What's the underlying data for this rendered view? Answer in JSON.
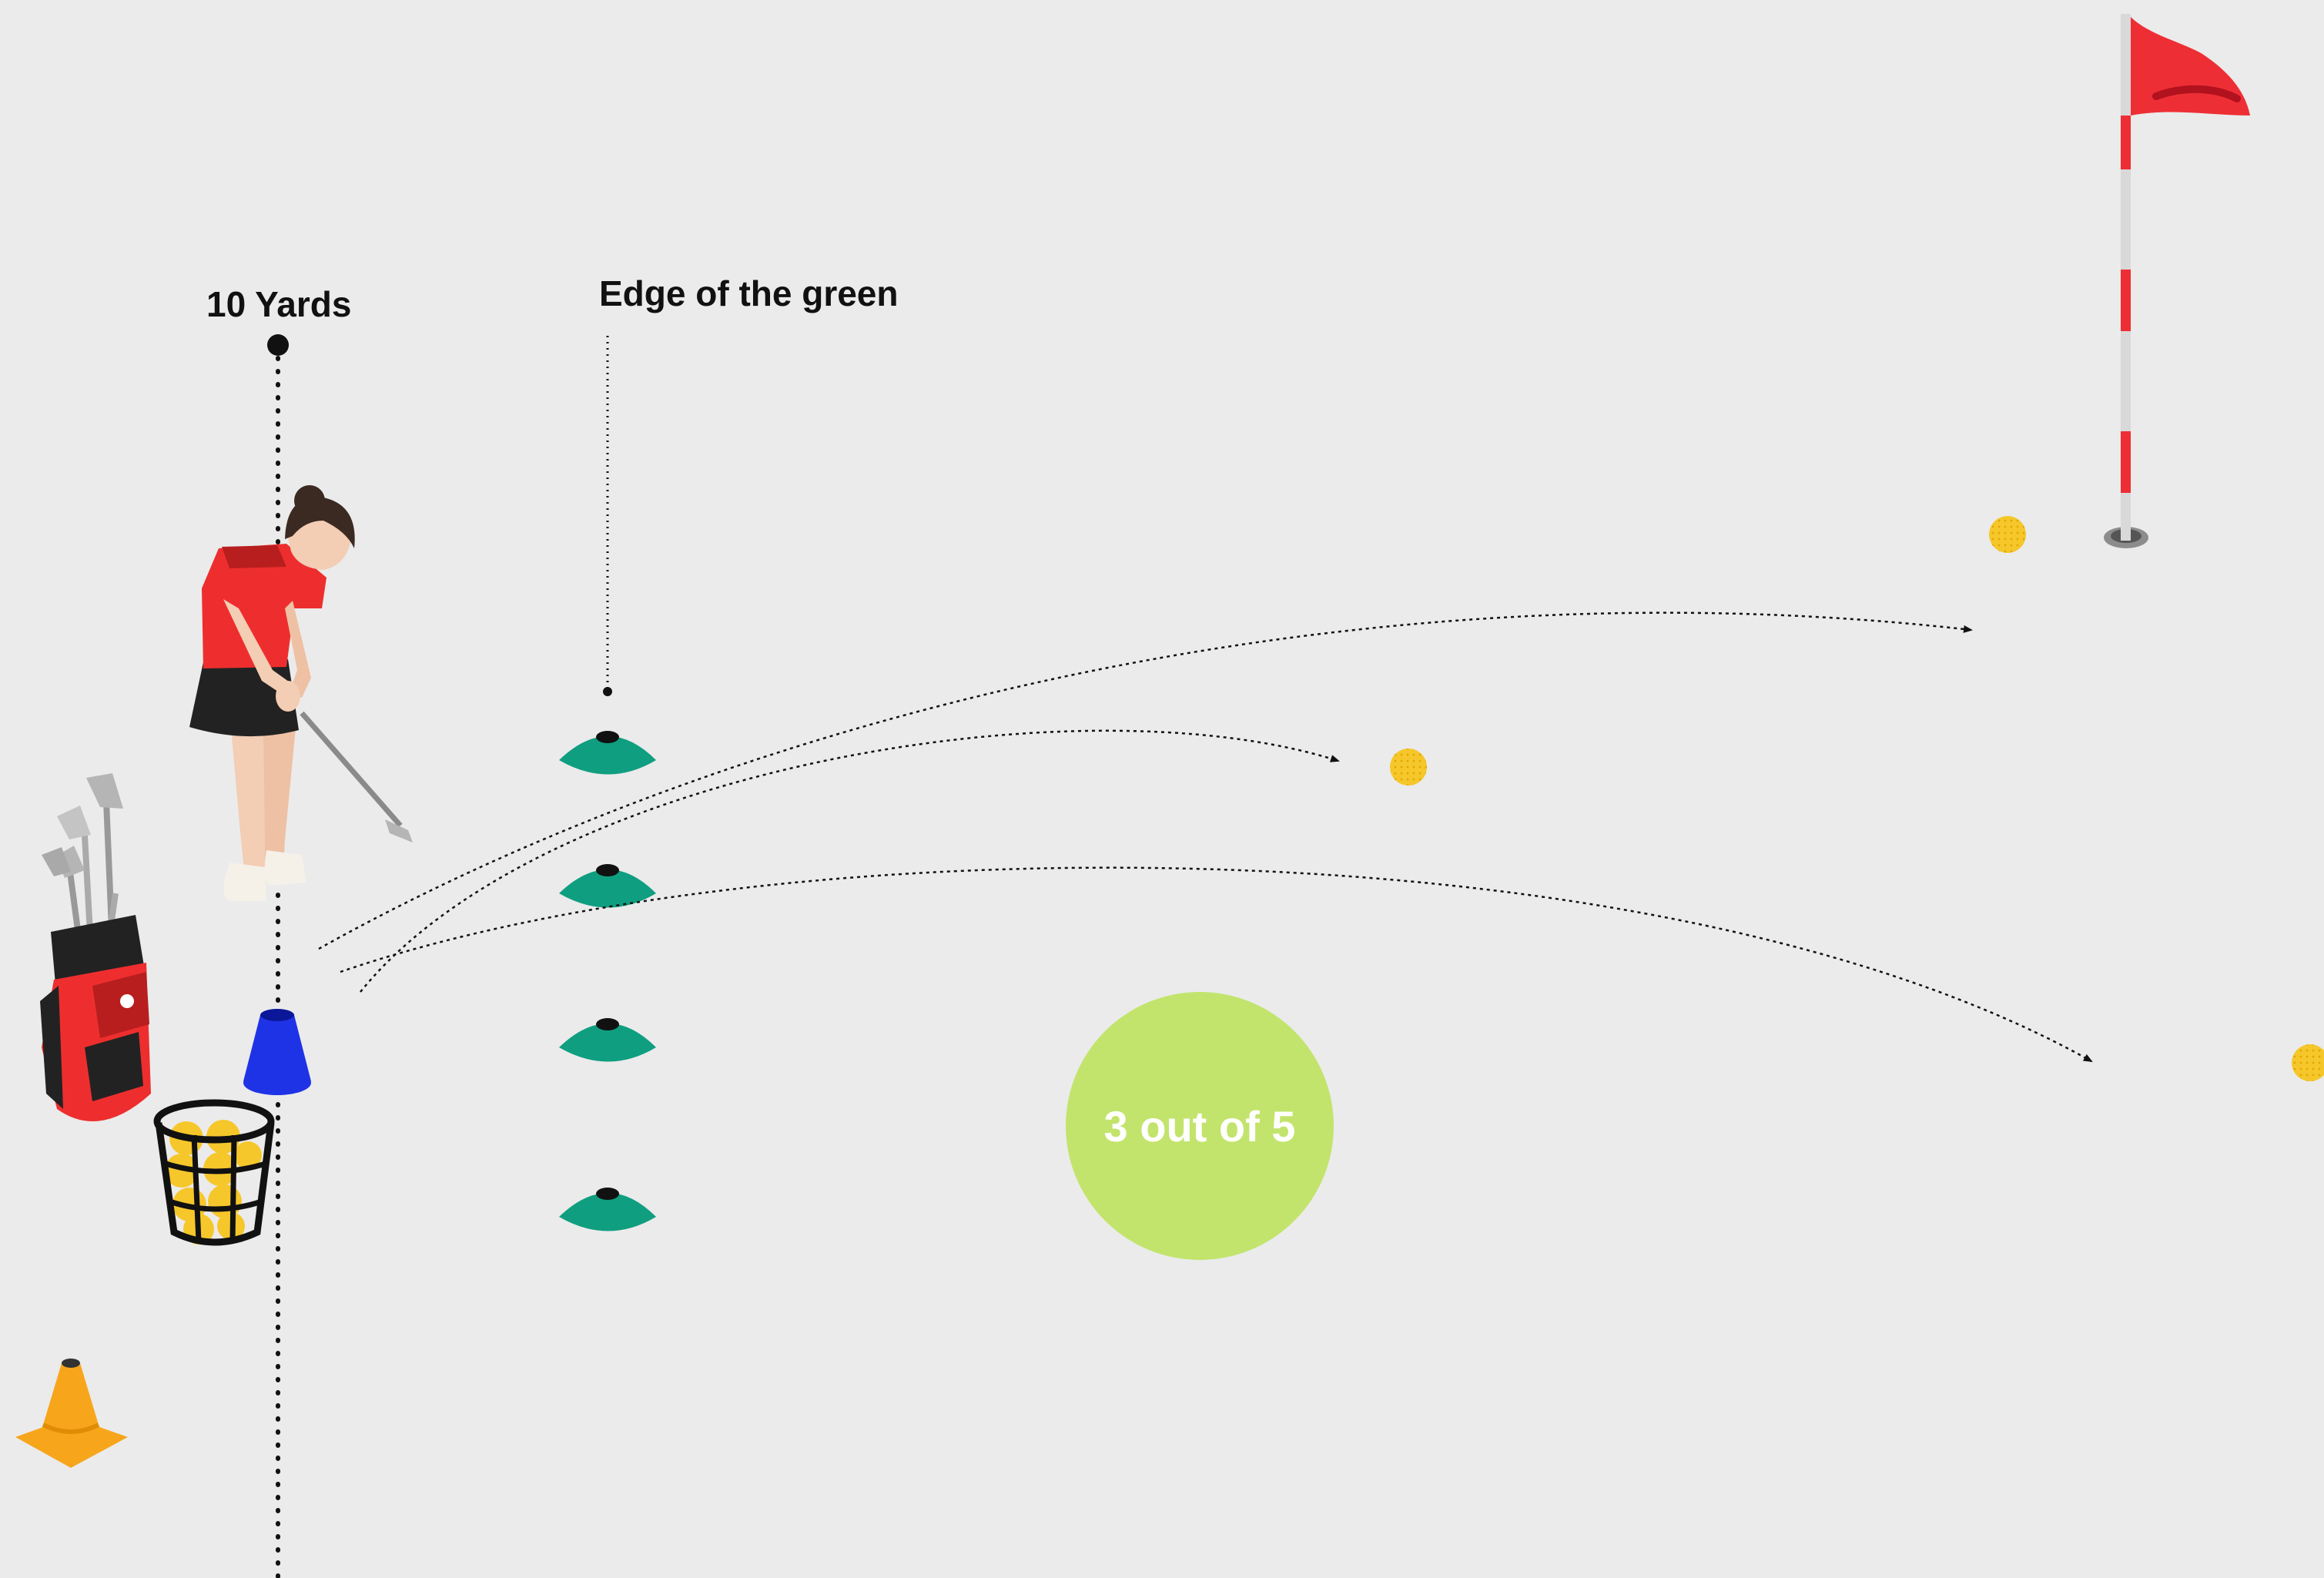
{
  "labels": {
    "distance_marker": "10 Yards",
    "green_marker": "Edge of the green",
    "score": "3 out of 5"
  },
  "colors": {
    "background": "#ebebeb",
    "score_badge": "#c2e46c",
    "flag": "#ee2e35",
    "cone_disc": "#0f9e80",
    "tee_cone": "#1f33e6",
    "traffic_cone": "#f7a61c",
    "golf_ball": "#f6c72b",
    "shirt": "#ee2e2e",
    "skirt": "#222222"
  },
  "icons": {
    "golfer": "golfer-icon",
    "golf_bag": "golf-bag-icon",
    "ball_basket": "ball-basket-icon",
    "flagstick": "flag-icon",
    "marker_cone": "cone-icon",
    "disc_cone": "disc-cone-icon",
    "ball": "golf-ball-icon"
  },
  "shots": {
    "made": 3,
    "attempted": 5
  }
}
